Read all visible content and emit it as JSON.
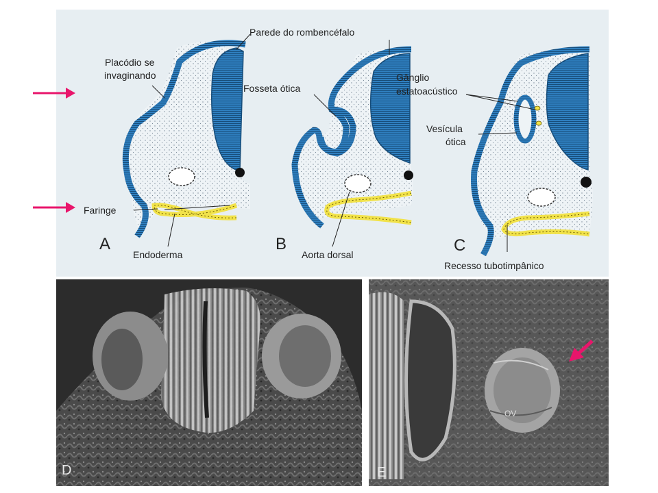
{
  "colors": {
    "panel_bg": "#e7eef2",
    "ectoderm_blue": "#2f7fbf",
    "endoderm_yellow": "#f1e24a",
    "arrow_pink": "#e8156b",
    "sem_dark": "#3a3a3a"
  },
  "labels": {
    "parede": "Parede do rombencéfalo",
    "placodio_1": "Placódio se",
    "placodio_2": "invaginando",
    "fosseta": "Fosseta ótica",
    "ganglio_1": "Gânglio",
    "ganglio_2": "estatoacústico",
    "vesicula_1": "Vesícula",
    "vesicula_2": "ótica",
    "faringe": "Faringe",
    "endoderma": "Endoderma",
    "aorta": "Aorta dorsal",
    "recesso": "Recesso tubotimpânico",
    "panel_a": "A",
    "panel_b": "B",
    "panel_c": "C",
    "panel_d": "D",
    "panel_e": "E",
    "ov": "OV"
  },
  "icons": [
    "arrow-right-icon",
    "arrow-right-icon",
    "arrow-diagonal-icon"
  ]
}
